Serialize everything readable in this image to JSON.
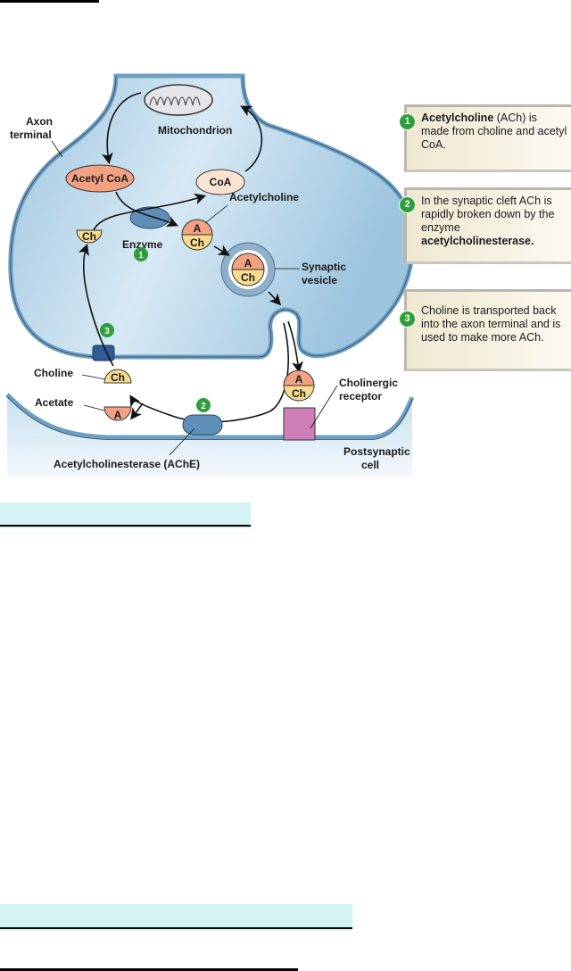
{
  "diagram": {
    "title_labels": {
      "axon_terminal": [
        "Axon",
        "terminal"
      ],
      "mitochondrion": "Mitochondrion",
      "acetyl_coa": "Acetyl CoA",
      "coa": "CoA",
      "enzyme": "Enzyme",
      "acetylcholine": "Acetylcholine",
      "synaptic_vesicle": [
        "Synaptic",
        "vesicle"
      ],
      "choline": "Choline",
      "acetate": "Acetate",
      "ache": "Acetylcholinesterase (AChE)",
      "cholinergic_receptor": [
        "Cholinergic",
        "receptor"
      ],
      "postsynaptic_cell": [
        "Postsynaptic",
        "cell"
      ]
    },
    "molecule_labels": {
      "acetyl": "A",
      "choline": "Ch"
    },
    "step_markers": [
      "1",
      "2",
      "3"
    ],
    "colors": {
      "cell_fill": "#a9cde4",
      "membrane": "#6e9fc2",
      "acetyl": "#f2a183",
      "choline": "#f8dc8e",
      "coa": "#fbe3d4",
      "enzyme": "#5f8fb8",
      "transporter": "#2f5c94",
      "receptor": "#cf7fb8",
      "step_badge": "#2e9e3a"
    }
  },
  "info_boxes": [
    {
      "number": "1",
      "bold_lead": "Acetylcholine",
      "text": " (ACh) is made from choline and acetyl CoA."
    },
    {
      "number": "2",
      "text": "In the synaptic cleft ACh is rapidly broken down by the enzyme ",
      "bold_tail": "acetylcholinesterase."
    },
    {
      "number": "3",
      "text": "Choline is transported back into the axon terminal and is used to make more ACh."
    }
  ]
}
